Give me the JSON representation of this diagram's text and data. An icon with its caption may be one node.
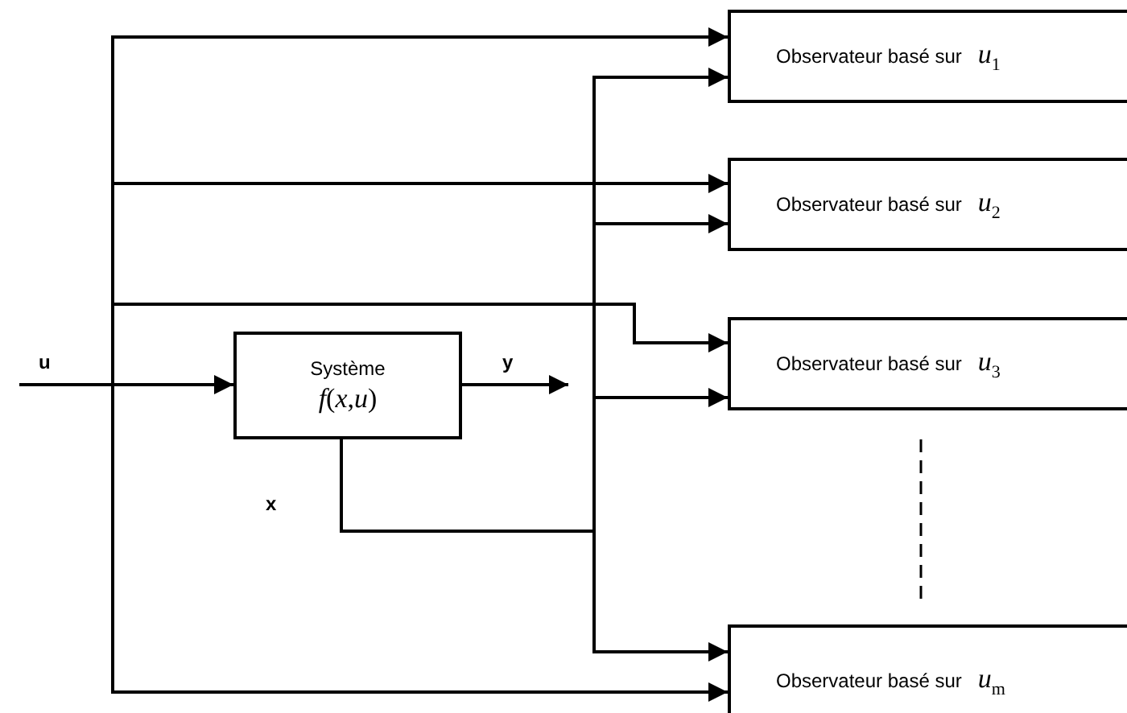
{
  "diagram": {
    "nodes": [
      {
        "text": [
          "Système",
          "*f*(*x*,*u*)"
        ]
      },
      {
        "text": [
          "Observateur basé sur",
          "*u*$_{1}$"
        ]
      },
      {
        "text": [
          "Observateur basé sur",
          "*u*$_{2}$"
        ]
      },
      {
        "text": [
          "Observateur basé sur",
          "*u*$_{3}$"
        ]
      },
      {
        "text": [
          "Observateur basé sur",
          "*u*$_{m}$"
        ]
      }
    ],
    "edges": [
      {
        "from": null,
        "to": 0,
        "arrow": "to"
      },
      {
        "from": null,
        "to": 1,
        "arrow": "to"
      },
      {
        "from": null,
        "to": 2,
        "arrow": "to"
      },
      {
        "from": null,
        "to": 3,
        "arrow": "to"
      },
      {
        "from": null,
        "to": 4,
        "arrow": "to"
      },
      {
        "from": 0,
        "to": null,
        "arrow": "to",
        "label": "y"
      },
      {
        "from": 0,
        "to": 1,
        "arrow": "to"
      },
      {
        "from": 0,
        "to": 2,
        "arrow": "to"
      },
      {
        "from": 0,
        "to": 3,
        "arrow": "to"
      },
      {
        "from": 0,
        "to": 4,
        "arrow": "to"
      }
    ],
    "labels": [
      "u",
      "x"
    ]
  }
}
